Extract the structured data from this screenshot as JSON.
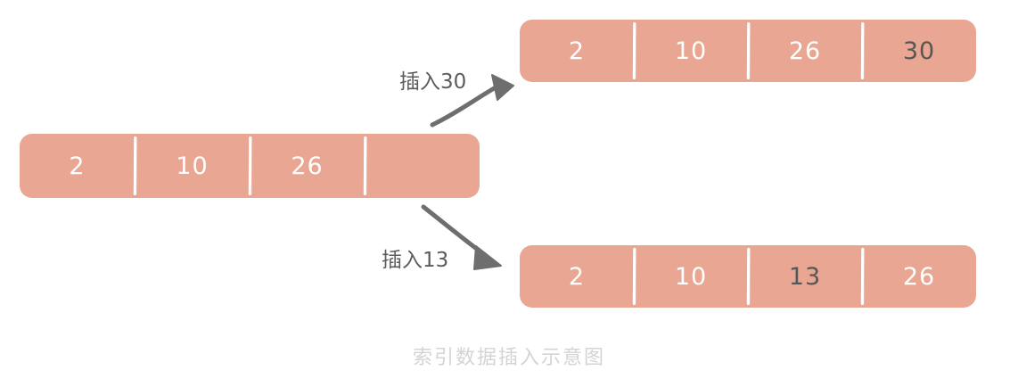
{
  "diagram": {
    "caption": "索引数据插入示意图",
    "colors": {
      "array_fill": "#e8a693",
      "divider": "#ffffff",
      "value_text": "#ffffff",
      "inserted_value_text": "#575757",
      "label_text": "#5c5c5c",
      "arrow": "#6e6e6e",
      "caption_text": "#d4d4d4",
      "background": "#ffffff"
    },
    "arrays": [
      {
        "id": "source",
        "role": "original-index-array",
        "cells": [
          {
            "value": "2",
            "inserted": false
          },
          {
            "value": "10",
            "inserted": false
          },
          {
            "value": "26",
            "inserted": false
          },
          {
            "value": "",
            "inserted": false
          }
        ]
      },
      {
        "id": "insert30",
        "role": "result-after-append",
        "cells": [
          {
            "value": "2",
            "inserted": false
          },
          {
            "value": "10",
            "inserted": false
          },
          {
            "value": "26",
            "inserted": false
          },
          {
            "value": "30",
            "inserted": true
          }
        ]
      },
      {
        "id": "insert13",
        "role": "result-after-middle-insert",
        "cells": [
          {
            "value": "2",
            "inserted": false
          },
          {
            "value": "10",
            "inserted": false
          },
          {
            "value": "13",
            "inserted": true
          },
          {
            "value": "26",
            "inserted": false
          }
        ]
      }
    ],
    "transitions": [
      {
        "id": "insert30",
        "label": "插入30",
        "direction": "up-right"
      },
      {
        "id": "insert13",
        "label": "插入13",
        "direction": "down-right"
      }
    ]
  }
}
